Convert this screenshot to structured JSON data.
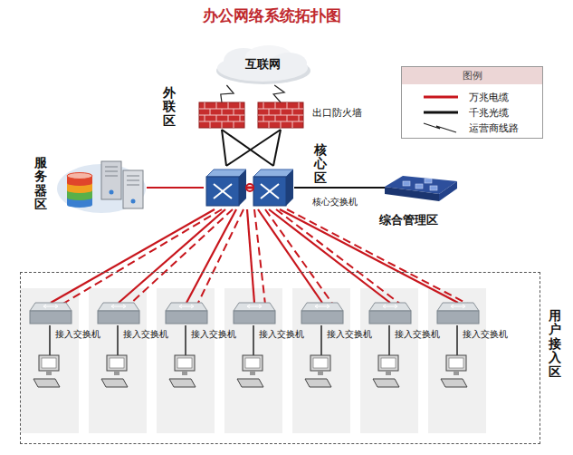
{
  "diagram": {
    "title": "办公网络系统拓扑图",
    "nodes": [
      {
        "text": [
          "互联网"
        ]
      },
      {
        "text": [
          "外联区",
          "出口防火墙"
        ]
      },
      {
        "text": [
          "核心区",
          "核心交换机"
        ]
      },
      {
        "text": [
          "服务器区"
        ]
      },
      {
        "text": [
          "综合管理区"
        ]
      },
      {
        "text": [
          "用户接入区"
        ]
      },
      {
        "text": [
          "接入交换机"
        ],
        "in": 5
      },
      {
        "text": [
          "接入交换机"
        ],
        "in": 5
      },
      {
        "text": [
          "接入交换机"
        ],
        "in": 5
      },
      {
        "text": [
          "接入交换机"
        ],
        "in": 5
      },
      {
        "text": [
          "接入交换机"
        ],
        "in": 5
      },
      {
        "text": [
          "接入交换机"
        ],
        "in": 5
      },
      {
        "text": [
          "接入交换机"
        ],
        "in": 5
      }
    ],
    "edges": [
      {
        "from": 0,
        "to": 1,
        "arrow": "none"
      },
      {
        "from": 1,
        "to": 2,
        "arrow": "none"
      },
      {
        "from": 3,
        "to": 2,
        "arrow": "none"
      },
      {
        "from": 2,
        "to": 4,
        "arrow": "none"
      },
      {
        "from": 2,
        "to": 6,
        "arrow": "none"
      },
      {
        "from": 2,
        "to": 7,
        "arrow": "none"
      },
      {
        "from": 2,
        "to": 8,
        "arrow": "none"
      },
      {
        "from": 2,
        "to": 9,
        "arrow": "none"
      },
      {
        "from": 2,
        "to": 10,
        "arrow": "none"
      },
      {
        "from": 2,
        "to": 11,
        "arrow": "none"
      },
      {
        "from": 2,
        "to": 12,
        "arrow": "none"
      }
    ],
    "labels": [
      "图例"
    ],
    "legend": [
      {
        "text": "万兆电缆"
      },
      {
        "text": "千兆光缆"
      },
      {
        "text": "运营商线路"
      }
    ]
  }
}
